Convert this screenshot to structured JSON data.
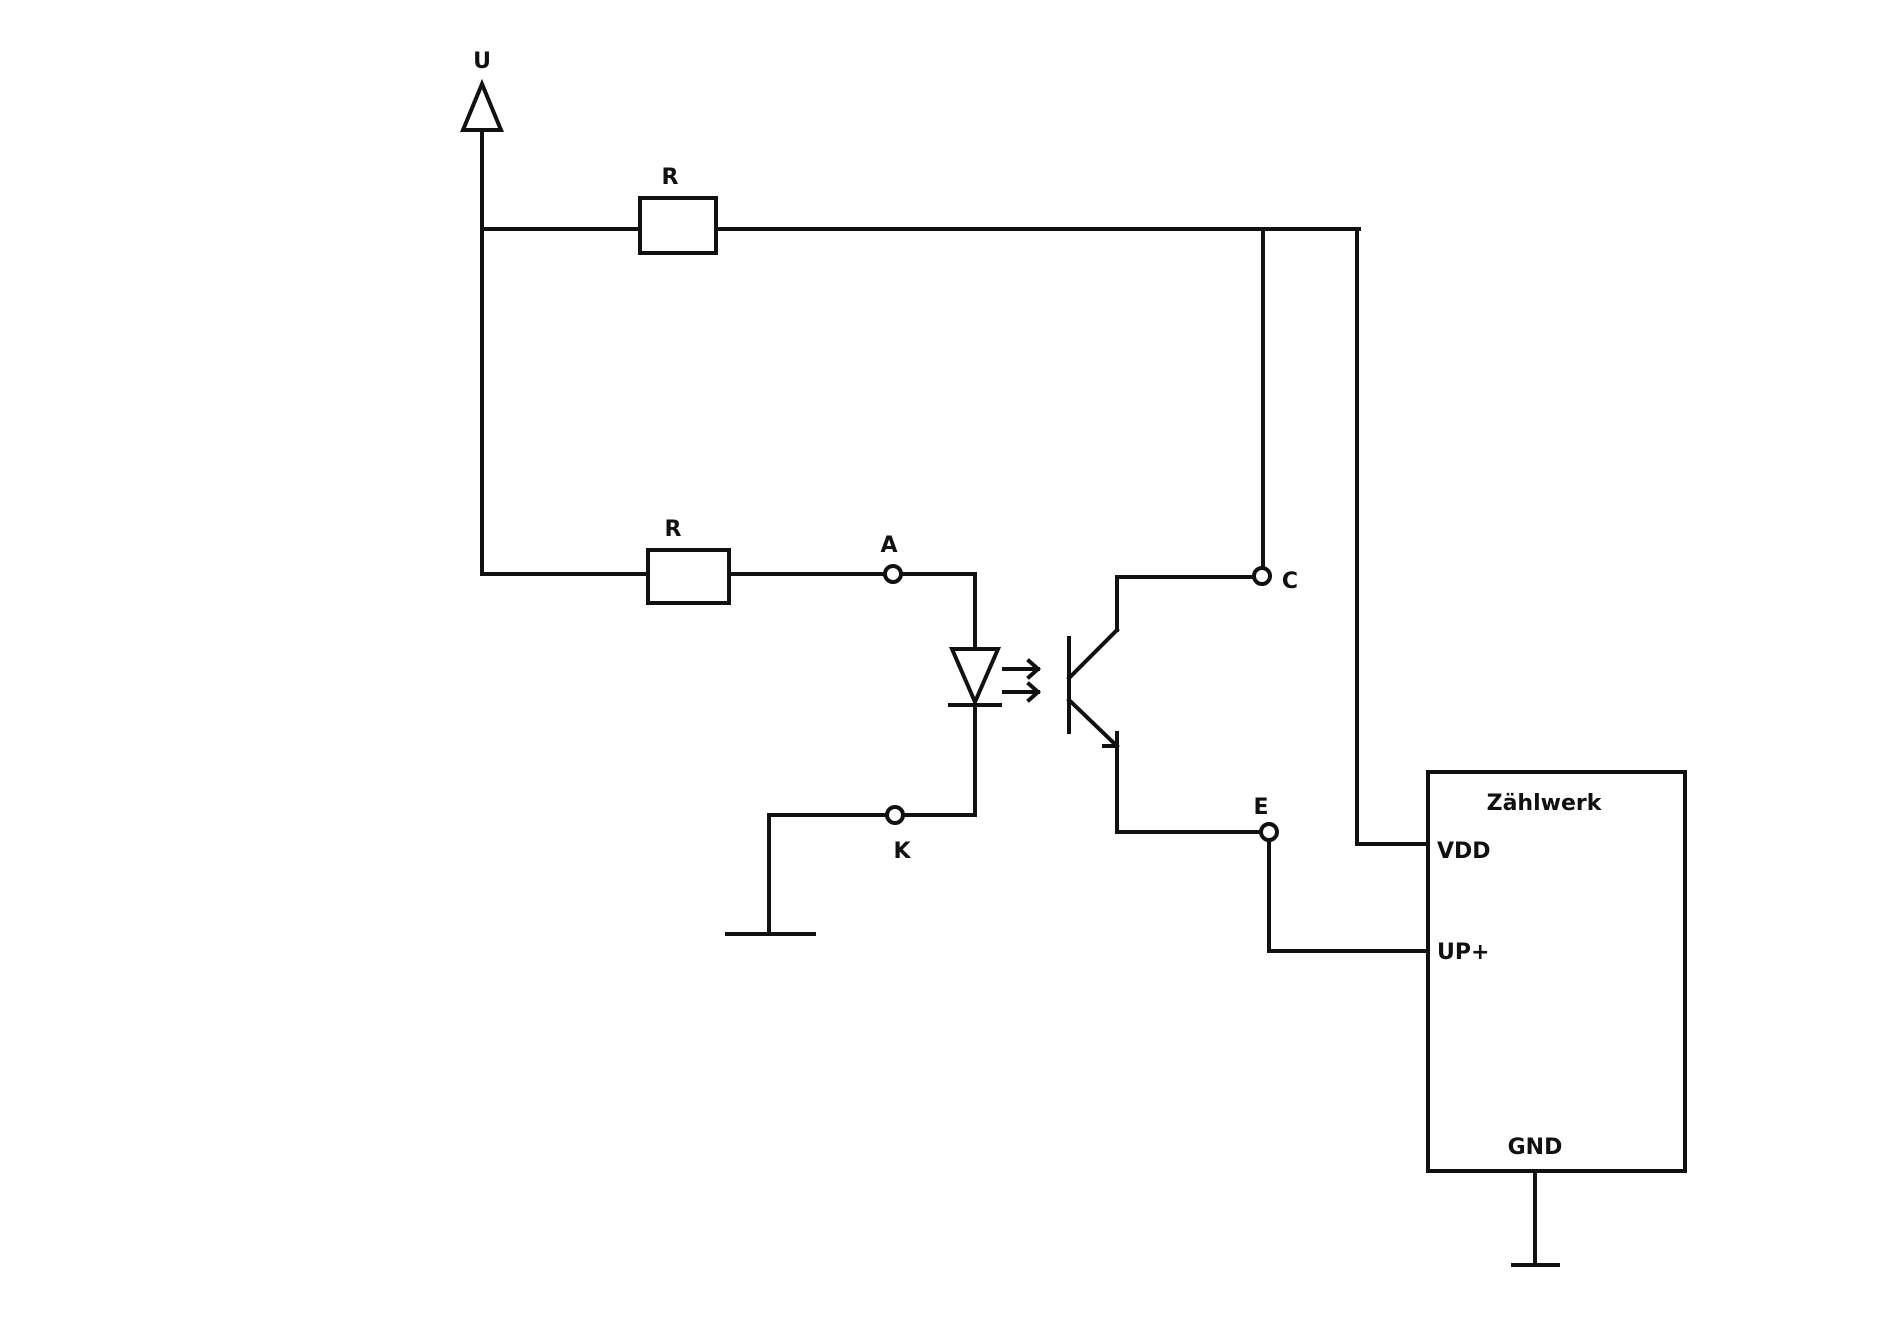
{
  "diagram": {
    "supply_label": "U",
    "resistor_top_label": "R",
    "resistor_bottom_label": "R",
    "anode_label": "A",
    "cathode_label": "K",
    "collector_label": "C",
    "emitter_label": "E",
    "counter": {
      "title": "Zählwerk",
      "pin_vdd": "VDD",
      "pin_up": "UP+",
      "pin_gnd": "GND"
    }
  },
  "colors": {
    "line": "#111111",
    "background": "#ffffff"
  }
}
